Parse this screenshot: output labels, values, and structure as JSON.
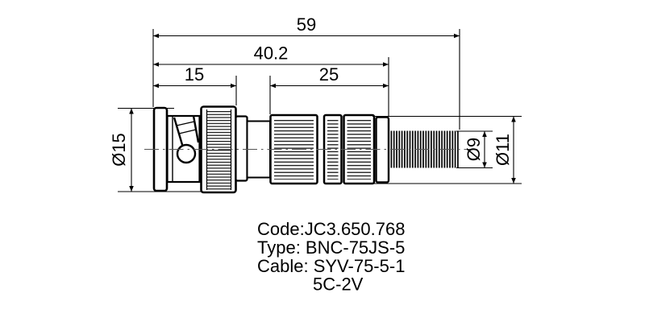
{
  "diagram": {
    "dims": {
      "overall": "59",
      "mid": "40.2",
      "front": "15",
      "body": "25",
      "dia_front": "Ø15",
      "dia_spring": "Ø9",
      "dia_body": "Ø11"
    },
    "info": {
      "code": "Code:JC3.650.768",
      "type": "Type: BNC-75JS-5",
      "cable": "Cable: SYV-75-5-1",
      "cable2": "5C-2V"
    },
    "colors": {
      "line": "#000000",
      "background": "#ffffff"
    }
  }
}
